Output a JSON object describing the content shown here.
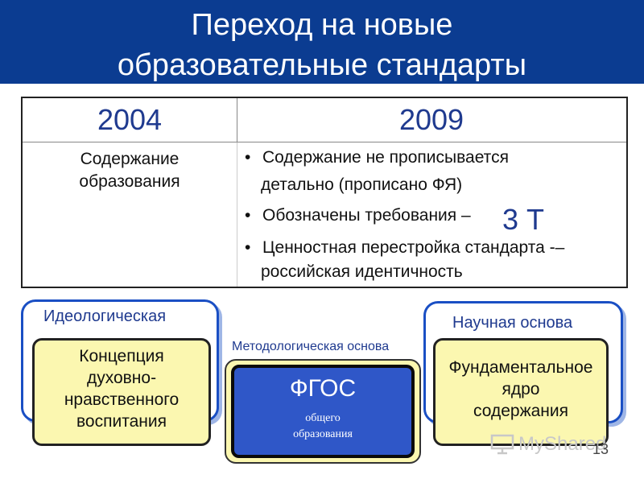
{
  "header": {
    "title_line1": "Переход на новые",
    "title_line2": "образовательные стандарты"
  },
  "table": {
    "col1_year": "2004",
    "col2_year": "2009",
    "left_cell": [
      "Содержание",
      "образования"
    ],
    "bullet1_line1": "Содержание не прописывается",
    "bullet1_line2": "детально (прописано ФЯ)",
    "bullet2": "Обозначены требования –",
    "bullet2_highlight": "3 Т",
    "bullet3_line1": "Ценностная перестройка стандарта -–",
    "bullet3_line2": "российская идентичность",
    "bullet_glyph": "•"
  },
  "left_panel": {
    "title": "Идеологическая",
    "box": [
      "Концепция",
      "духовно-",
      "нравственного",
      "воспитания"
    ]
  },
  "center": {
    "label": "Методологическая основа",
    "title": "ФГОС",
    "subtitle": [
      "общего",
      "образования"
    ]
  },
  "right_panel": {
    "title": "Научная основа",
    "box": [
      "Фундаментальное",
      "ядро",
      "содержания"
    ]
  },
  "footer": {
    "watermark": "MyShared",
    "page_number": "13"
  }
}
